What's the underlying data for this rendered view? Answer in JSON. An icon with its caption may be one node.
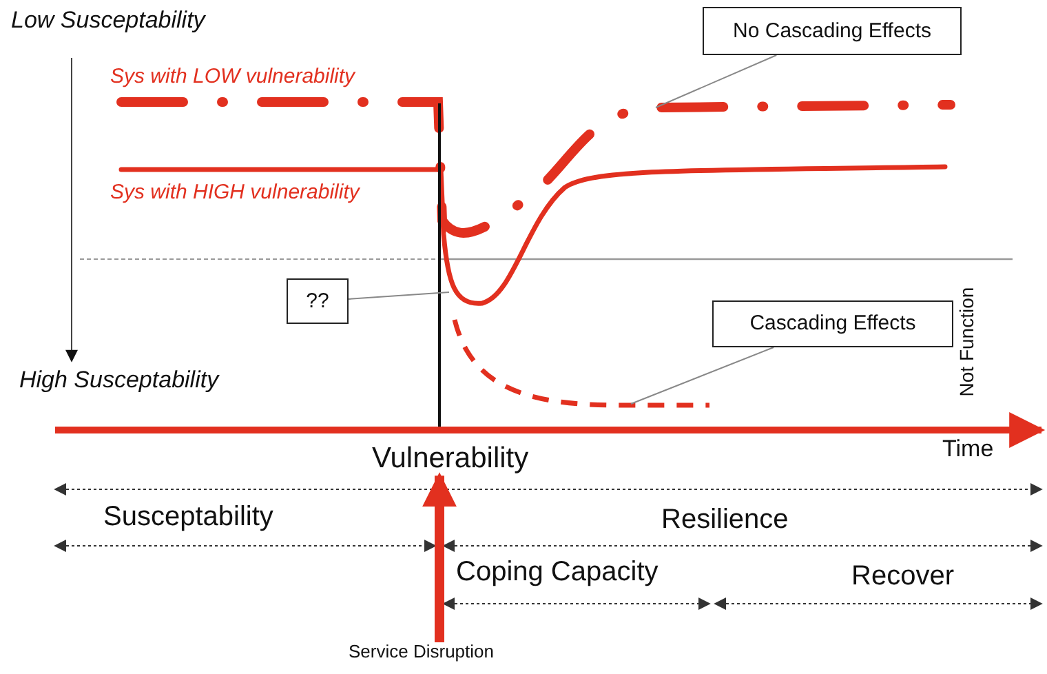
{
  "diagram": {
    "nodes": [
      {
        "text": [
          "??"
        ]
      },
      {
        "text": [
          "No Cascading Effects"
        ]
      },
      {
        "text": [
          "Cascading Effects"
        ]
      },
      {
        "text": [
          "Vulnerability"
        ]
      },
      {
        "text": [
          "Service Disruption"
        ]
      },
      {
        "text": [],
        "shape": "curve",
        "beside": [
          "Sys with LOW vulnerability"
        ]
      },
      {
        "text": [],
        "shape": "curve"
      },
      {
        "text": [],
        "shape": "curve"
      }
    ],
    "edges": [
      {
        "from": 0,
        "to": 6,
        "arrow": "none"
      },
      {
        "from": 1,
        "to": 5,
        "arrow": "none"
      },
      {
        "from": 2,
        "to": 7,
        "arrow": "none"
      },
      {
        "from": 4,
        "to": 3,
        "arrow": "to",
        "style": "thick",
        "color": "#e2301f"
      }
    ],
    "labels": [
      "Low Susceptability",
      "Sys with HIGH vulnerability",
      "High Susceptability",
      "Not Function",
      "Time",
      "Susceptability",
      "Resilience",
      "Coping Capacity",
      "Recover"
    ]
  }
}
